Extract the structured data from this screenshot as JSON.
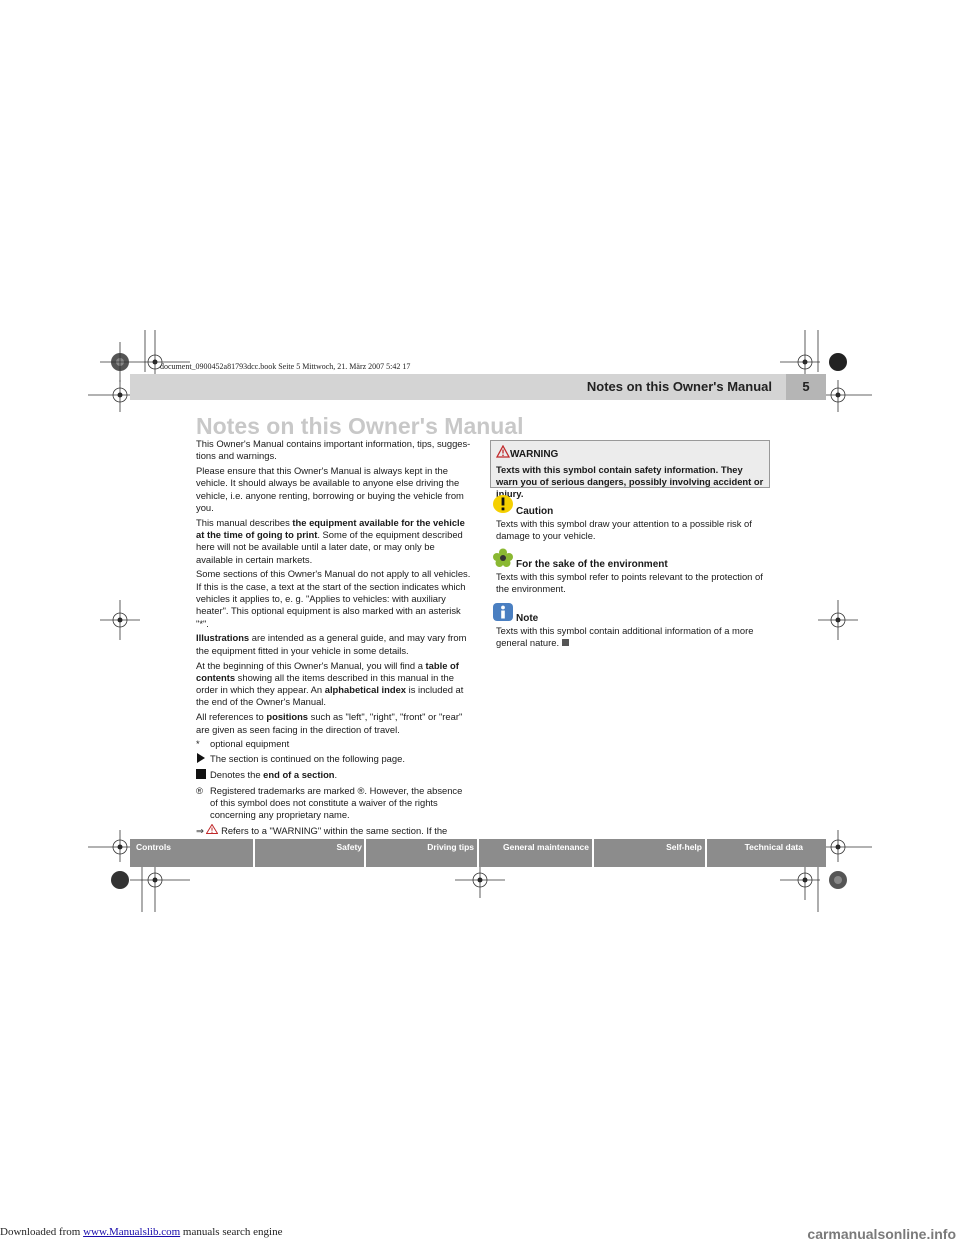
{
  "download_line": {
    "prefix": "Downloaded from ",
    "link": "www.Manualslib.com",
    "suffix": " manuals search engine"
  },
  "watermark": "carmanualsonline.info",
  "doc_info": "document_0900452a81793dcc.book  Seite 5  Mittwoch, 21. März 2007  5:42 17",
  "header": {
    "title": "Notes on this Owner's Manual",
    "page_number": "5"
  },
  "page_title": "Notes on this Owner's Manual",
  "left_column": {
    "p1": "This Owner's Manual contains important information, tips, sugges-tions and warnings.",
    "p2": "Please ensure that this Owner's Manual is always kept in the vehicle. It should always be available to anyone else driving the vehicle, i.e. anyone renting, borrowing or buying the vehicle from you.",
    "p3_a": "This manual describes ",
    "p3_b": "the equipment available for the vehicle at the time of going to print",
    "p3_c": ". Some of the equipment described here will not be available until a later date, or may only be available in certain markets.",
    "p4": "Some sections of this Owner's Manual do not apply to all vehicles. If this is the case, a text at the start of the section indicates which vehicles it applies to, e. g. \"Applies to vehicles: with auxiliary heater\". This optional equipment is also marked with an asterisk \"*\".",
    "p5_a": "Illustrations",
    "p5_b": " are intended as a general guide, and may vary from the equipment fitted in your vehicle in some details.",
    "p6_a": "At the beginning of this Owner's Manual, you will find a ",
    "p6_b": "table of contents",
    "p6_c": " showing all the items described in this manual in the order in which they appear. An ",
    "p6_d": "alphabetical index",
    "p6_e": " is included at the end of the Owner's Manual.",
    "p7_a": "All references to ",
    "p7_b": "positions",
    "p7_c": " such as \"left\", \"right\", \"front\" or \"rear\" are given as seen facing in the direction of travel.",
    "legend": {
      "asterisk_symbol": "*",
      "asterisk_text": "optional equipment",
      "continued_text": "The section is continued on the following page.",
      "end_a": "Denotes the ",
      "end_b": "end of a section",
      "end_c": ".",
      "reg_symbol": "®",
      "reg_text": "Registered trademarks are marked ®. However, the absence of this symbol does not constitute a waiver of the rights concerning any proprietary name.",
      "ref_arrow": "⇒",
      "ref_text": " Refers to a \"WARNING\" within the same section. If the WARNING symbol is followed by a page number the warning text referred to is included in a different section."
    }
  },
  "right_column": {
    "warning_title": "WARNING",
    "warning_text": "Texts with this symbol contain safety information. They warn you of serious dangers, possibly involving accident or injury.",
    "caution_title": "Caution",
    "caution_text": "Texts with this symbol draw your attention to a possible risk of damage to your vehicle.",
    "environment_title": "For the sake of the environment",
    "environment_text": "Texts with this symbol refer to points relevant to the protection of the environment.",
    "note_title": "Note",
    "note_text": "Texts with this symbol contain additional information of a more general nature."
  },
  "footer_tabs": [
    "Controls",
    "Safety",
    "Driving tips",
    "General maintenance",
    "Self-help",
    "Technical data"
  ],
  "colors": {
    "header_bar": "#d4d4d4",
    "footer_bar": "#8c8c8c",
    "caution_yellow": "#f5d000",
    "note_blue": "#4a7fc1",
    "environment_green": "#8ab832",
    "warning_red": "#c0282a"
  }
}
